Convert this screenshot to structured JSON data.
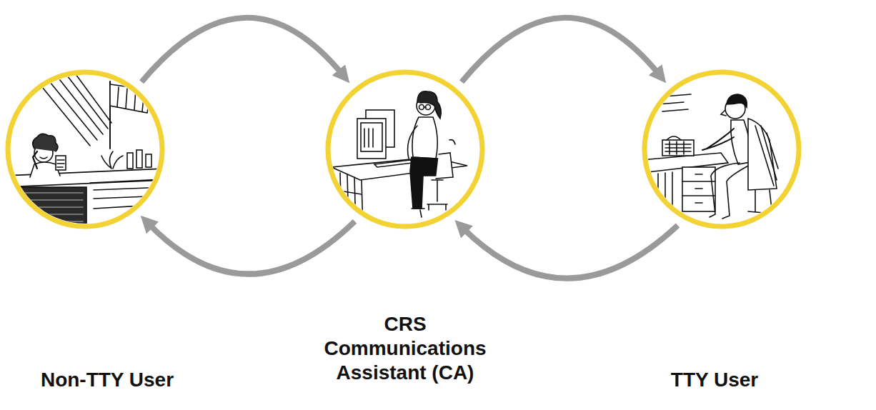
{
  "diagram": {
    "nodes": [
      {
        "text": [
          "Non-TTY User"
        ]
      },
      {
        "text": [
          "CRS Communications Assistant (CA)"
        ]
      },
      {
        "text": [
          "TTY User"
        ]
      }
    ],
    "edges": [
      {
        "from": 0,
        "to": 1,
        "arrow": "to"
      },
      {
        "from": 1,
        "to": 2,
        "arrow": "to"
      },
      {
        "from": 2,
        "to": 1,
        "arrow": "to"
      },
      {
        "from": 1,
        "to": 0,
        "arrow": "to"
      }
    ]
  }
}
